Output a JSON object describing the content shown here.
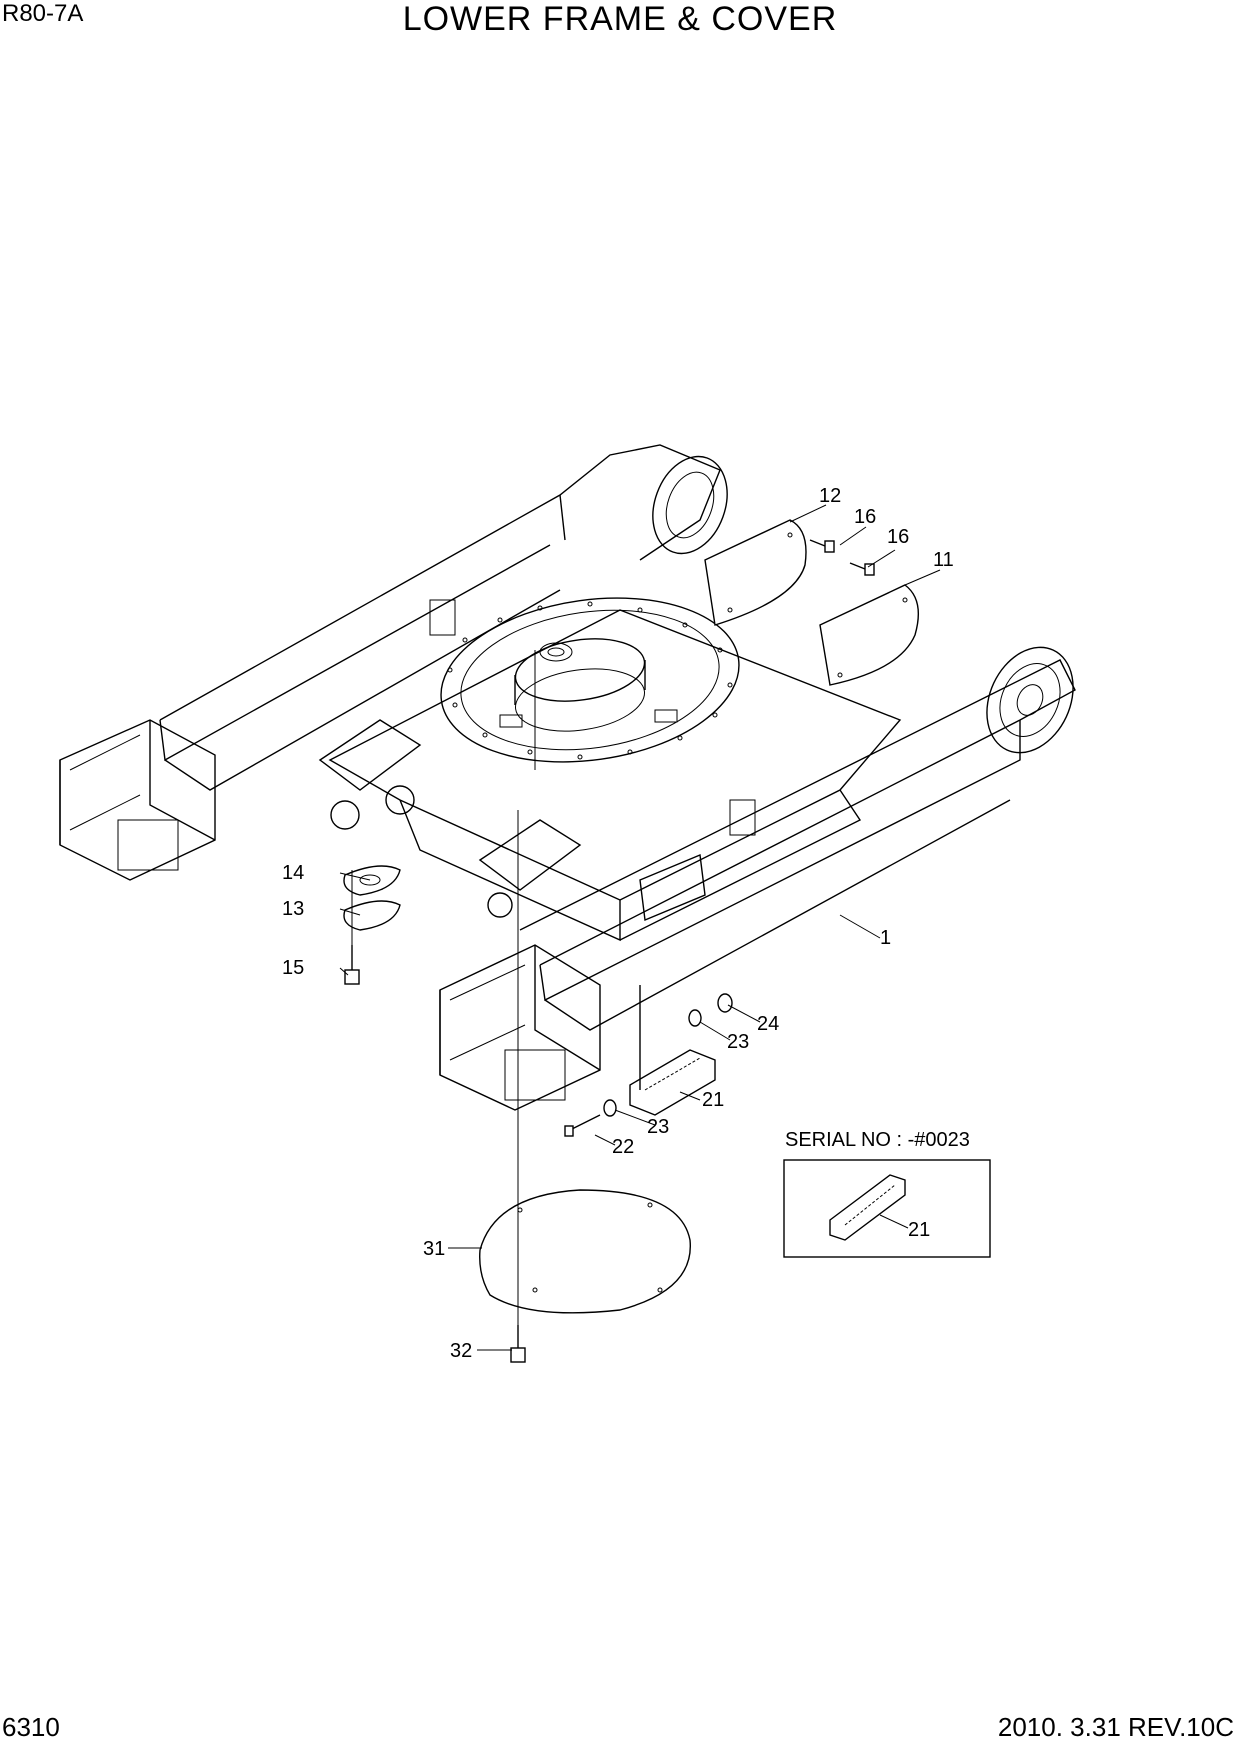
{
  "header": {
    "model": "R80-7A",
    "title": "LOWER FRAME & COVER"
  },
  "footer": {
    "page_number": "6310",
    "revision": "2010. 3.31  REV.10C"
  },
  "inset": {
    "label": "SERIAL NO : -#0023"
  },
  "callouts": [
    {
      "id": "c-12",
      "text": "12"
    },
    {
      "id": "c-16a",
      "text": "16"
    },
    {
      "id": "c-16b",
      "text": "16"
    },
    {
      "id": "c-11",
      "text": "11"
    },
    {
      "id": "c-1",
      "text": "1"
    },
    {
      "id": "c-14",
      "text": "14"
    },
    {
      "id": "c-13",
      "text": "13"
    },
    {
      "id": "c-15",
      "text": "15"
    },
    {
      "id": "c-24",
      "text": "24"
    },
    {
      "id": "c-23a",
      "text": "23"
    },
    {
      "id": "c-21",
      "text": "21"
    },
    {
      "id": "c-23b",
      "text": "23"
    },
    {
      "id": "c-22",
      "text": "22"
    },
    {
      "id": "c-21-inset",
      "text": "21"
    },
    {
      "id": "c-31",
      "text": "31"
    },
    {
      "id": "c-32",
      "text": "32"
    }
  ]
}
